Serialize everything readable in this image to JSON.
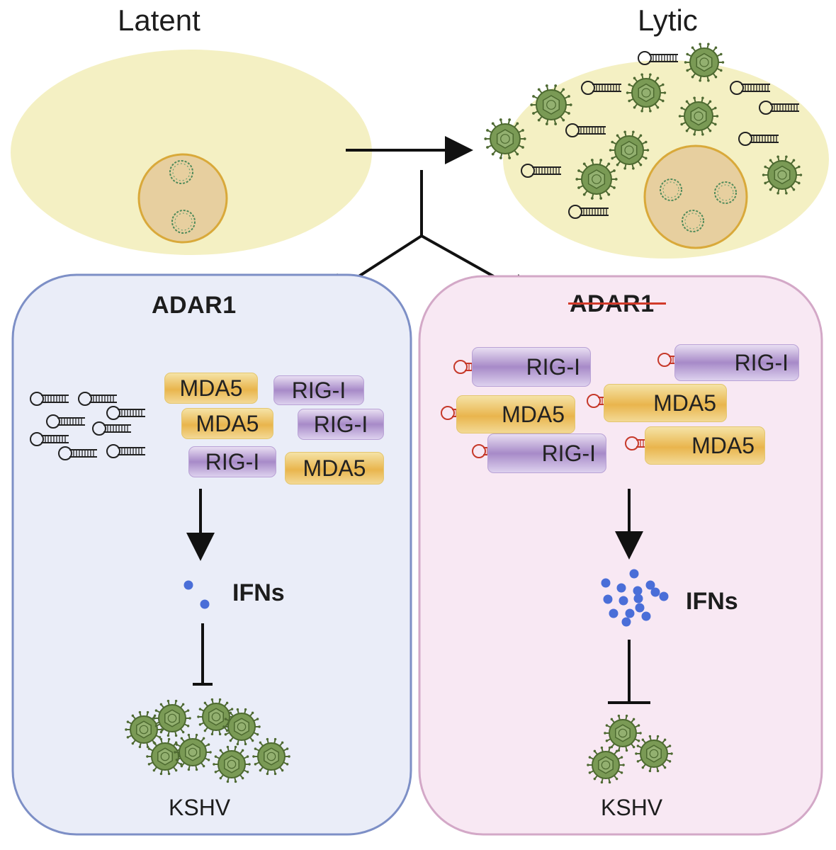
{
  "stages": {
    "latent": "Latent",
    "lytic": "Lytic"
  },
  "panels": {
    "left": {
      "title": "ADAR1",
      "ifn_label": "IFNs",
      "virus_label": "KSHV",
      "sensors": [
        "MDA5",
        "RIG-I",
        "MDA5",
        "RIG-I",
        "RIG-I",
        "MDA5"
      ]
    },
    "right": {
      "title": "ADAR1",
      "ifn_label": "IFNs",
      "virus_label": "KSHV",
      "sensors": [
        "RIG-I",
        "RIG-I",
        "MDA5",
        "MDA5",
        "RIG-I",
        "MDA5"
      ]
    }
  },
  "colors": {
    "cell": "#f4f0c3",
    "nucleus": "#e7cf9f",
    "nucleus_border": "#d9a93a",
    "panel_left_fill": "#eaedf8",
    "panel_left_border": "#7d8fc6",
    "panel_right_fill": "#f8e8f3",
    "panel_right_border": "#d3a8c7",
    "mda5": "#e9b54d",
    "rigi": "#a78ac8",
    "ifn_dot": "#4a6ed8",
    "virus": "#6e8d4b",
    "dsrna_edited": "#222222",
    "dsrna_unedited": "#c6392a"
  }
}
